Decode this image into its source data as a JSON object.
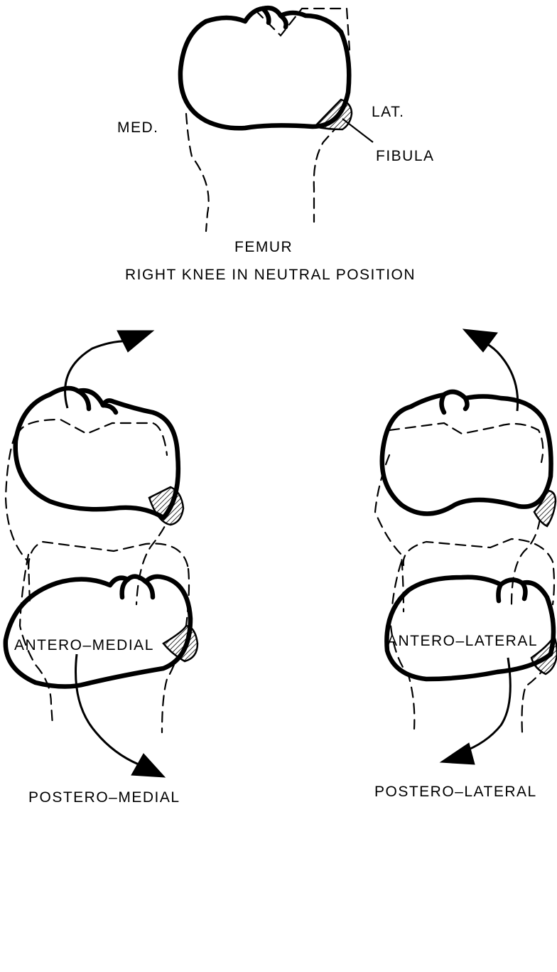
{
  "labels": {
    "medial": "MED.",
    "lateral": "LAT.",
    "fibula": "FIBULA",
    "femur": "FEMUR",
    "neutral_caption": "RIGHT KNEE IN NEUTRAL POSITION",
    "antero_medial": "ANTERO–MEDIAL",
    "antero_lateral": "ANTERO–LATERAL",
    "postero_medial": "POSTERO–MEDIAL",
    "postero_lateral": "POSTERO–LATERAL"
  }
}
